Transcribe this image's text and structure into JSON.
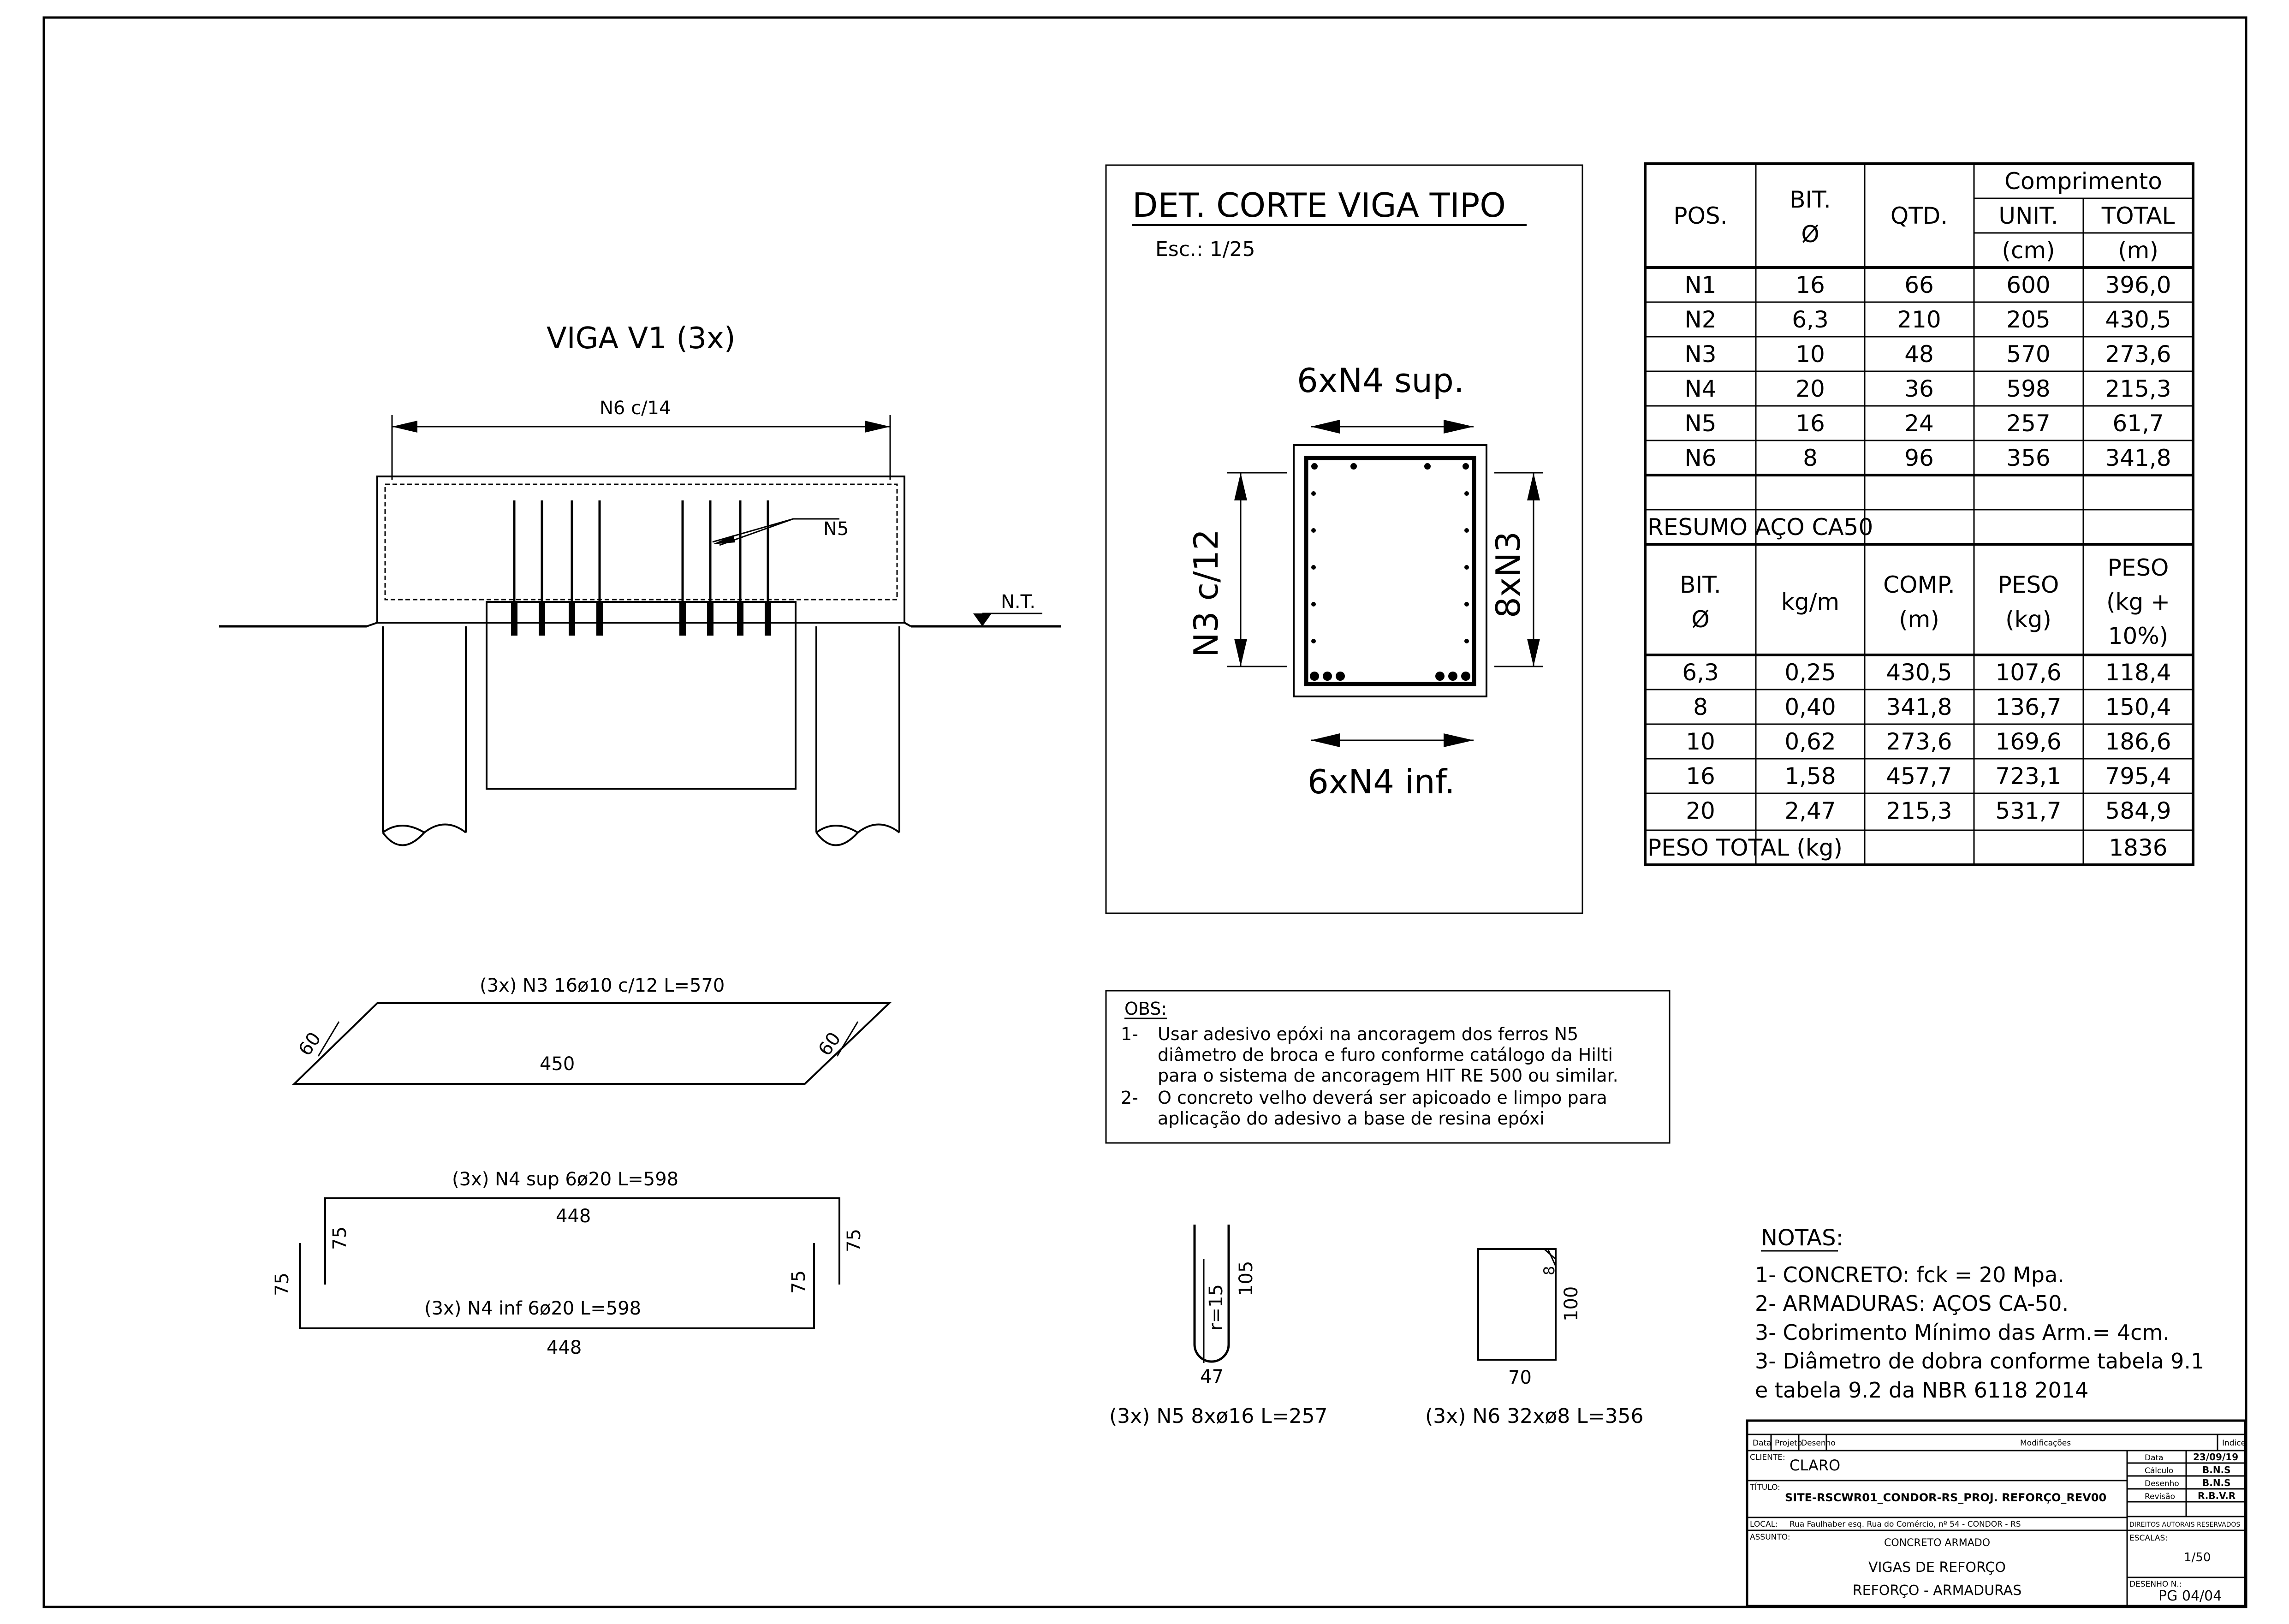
{
  "viga": {
    "title": "VIGA V1 (3x)",
    "n6_label": "N6 c/14",
    "n5_label": "N5",
    "nt_label": "N.T."
  },
  "detail": {
    "title": "DET. CORTE VIGA TIPO",
    "scale": "Esc.: 1/25",
    "top_label": "6xN4 sup.",
    "bottom_label": "6xN4 inf.",
    "left_label": "N3 c/12",
    "right_label": "8xN3"
  },
  "shapes": {
    "n3": {
      "label": "(3x) N3 16ø10 c/12 L=570",
      "left": "60",
      "right": "60",
      "base": "450"
    },
    "n4sup": {
      "label": "(3x) N4 sup 6ø20 L=598",
      "top": "448",
      "left": "75",
      "right": "75"
    },
    "n4inf": {
      "label": "(3x) N4 inf 6ø20 L=598",
      "bottom": "448",
      "left": "75",
      "right": "75"
    },
    "n5": {
      "label": "(3x) N5 8xø16 L=257",
      "height": "105",
      "radius": "r=15",
      "width": "47"
    },
    "n6": {
      "label": "(3x) N6 32xø8 L=356",
      "height": "100",
      "width": "70",
      "hook": "8"
    }
  },
  "obs": {
    "title": "OBS:",
    "items": [
      {
        "num": "1-",
        "lines": [
          "Usar adesivo epóxi na ancoragem dos ferros N5",
          "diâmetro de broca e furo conforme catálogo da Hilti",
          "para o sistema de ancoragem HIT RE 500 ou similar."
        ]
      },
      {
        "num": "2-",
        "lines": [
          "O concreto velho deverá ser apicoado e limpo para",
          "aplicação do adesivo a base de resina epóxi"
        ]
      }
    ]
  },
  "steel_table": {
    "header": {
      "pos": "POS.",
      "bit1": "BIT.",
      "bit2": "Ø",
      "qtd": "QTD.",
      "comprimento": "Comprimento",
      "unit": "UNIT.",
      "total": "TOTAL",
      "unit_u": "(cm)",
      "total_u": "(m)"
    },
    "rows": [
      [
        "N1",
        "16",
        "66",
        "600",
        "396,0"
      ],
      [
        "N2",
        "6,3",
        "210",
        "205",
        "430,5"
      ],
      [
        "N3",
        "10",
        "48",
        "570",
        "273,6"
      ],
      [
        "N4",
        "20",
        "36",
        "598",
        "215,3"
      ],
      [
        "N5",
        "16",
        "24",
        "257",
        "61,7"
      ],
      [
        "N6",
        "8",
        "96",
        "356",
        "341,8"
      ]
    ]
  },
  "summary": {
    "title": "RESUMO AÇO CA50",
    "header": {
      "bit1": "BIT.",
      "bit2": "Ø",
      "kgm": "kg/m",
      "comp1": "COMP.",
      "comp2": "(m)",
      "peso1": "PESO",
      "peso2": "(kg)",
      "pk1": "PESO",
      "pk2": "(kg +",
      "pk3": "10%)"
    },
    "rows": [
      [
        "6,3",
        "0,25",
        "430,5",
        "107,6",
        "118,4"
      ],
      [
        "8",
        "0,40",
        "341,8",
        "136,7",
        "150,4"
      ],
      [
        "10",
        "0,62",
        "273,6",
        "169,6",
        "186,6"
      ],
      [
        "16",
        "1,58",
        "457,7",
        "723,1",
        "795,4"
      ],
      [
        "20",
        "2,47",
        "215,3",
        "531,7",
        "584,9"
      ]
    ],
    "total_label": "PESO TOTAL (kg)",
    "total_value": "1836"
  },
  "notes": {
    "title": "NOTAS:",
    "lines": [
      "1- CONCRETO: fck = 20 Mpa.",
      "2- ARMADURAS: AÇOS CA-50.",
      "3- Cobrimento Mínimo das Arm.= 4cm.",
      "3- Diâmetro de dobra conforme tabela 9.1",
      "e tabela 9.2 da NBR 6118 2014"
    ]
  },
  "title_block": {
    "hdr": {
      "data": "Data",
      "projeto": "Projeto",
      "desenho": "Desenho",
      "mod": "Modificações",
      "indice": "Indice"
    },
    "cliente_label": "CLIENTE:",
    "cliente": "CLARO",
    "titulo_label": "TÍTULO:",
    "titulo": "SITE-RSCWR01_CONDOR-RS_PROJ. REFORÇO_REV00",
    "local_label": "LOCAL:",
    "local": "Rua Faulhaber esq. Rua do Comércio, nº 54 - CONDOR - RS",
    "assunto_label": "ASSUNTO:",
    "assunto": [
      "CONCRETO ARMADO",
      "VIGAS DE REFORÇO",
      "REFORÇO - ARMADURAS"
    ],
    "data_label": "Data",
    "data": "23/09/19",
    "calculo_label": "Cálculo",
    "calculo": "B.N.S",
    "desenho_label": "Desenho",
    "desenho": "B.N.S",
    "revisao_label": "Revisão",
    "revisao": "R.B.V.R",
    "direitos": "DIREITOS AUTORAIS RESERVADOS",
    "escalas_label": "ESCALAS:",
    "escala": "1/50",
    "desenho_n_label": "DESENHO N.:",
    "desenho_n": "PG 04/04"
  }
}
